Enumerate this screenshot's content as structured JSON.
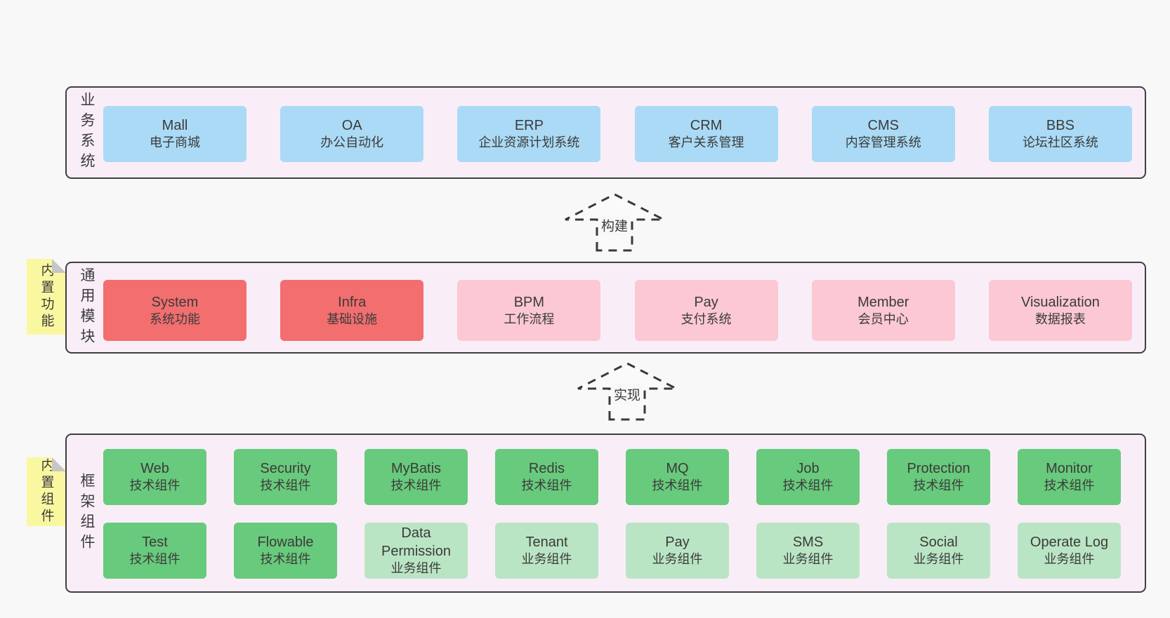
{
  "colors": {
    "page_bg": "#f8f8f8",
    "container_bg": "#f9eef8",
    "container_border": "#3f3f3f",
    "blue": "#aadaf5",
    "red": "#f36e6e",
    "pink": "#fbc8d3",
    "green": "#68ca7c",
    "green_light": "#bae5c4",
    "sticky_yellow": "#faf7a1",
    "sticky_fold": "#c6c6c6",
    "text": "#3b3b3b"
  },
  "layers": [
    {
      "id": "business",
      "label": "业务系统",
      "sticky": null,
      "rows": [
        [
          {
            "name": "Mall",
            "desc": "电子商城",
            "color": "blue"
          },
          {
            "name": "OA",
            "desc": "办公自动化",
            "color": "blue"
          },
          {
            "name": "ERP",
            "desc": "企业资源计划系统",
            "color": "blue"
          },
          {
            "name": "CRM",
            "desc": "客户关系管理",
            "color": "blue"
          },
          {
            "name": "CMS",
            "desc": "内容管理系统",
            "color": "blue"
          },
          {
            "name": "BBS",
            "desc": "论坛社区系统",
            "color": "blue"
          }
        ]
      ]
    },
    {
      "id": "modules",
      "label": "通用模块",
      "sticky": "内置功能",
      "rows": [
        [
          {
            "name": "System",
            "desc": "系统功能",
            "color": "red"
          },
          {
            "name": "Infra",
            "desc": "基础设施",
            "color": "red"
          },
          {
            "name": "BPM",
            "desc": "工作流程",
            "color": "pink"
          },
          {
            "name": "Pay",
            "desc": "支付系统",
            "color": "pink"
          },
          {
            "name": "Member",
            "desc": "会员中心",
            "color": "pink"
          },
          {
            "name": "Visualization",
            "desc": "数据报表",
            "color": "pink"
          }
        ]
      ]
    },
    {
      "id": "framework",
      "label": "框架组件",
      "sticky": "内置组件",
      "rows": [
        [
          {
            "name": "Web",
            "desc": "技术组件",
            "color": "green"
          },
          {
            "name": "Security",
            "desc": "技术组件",
            "color": "green"
          },
          {
            "name": "MyBatis",
            "desc": "技术组件",
            "color": "green"
          },
          {
            "name": "Redis",
            "desc": "技术组件",
            "color": "green"
          },
          {
            "name": "MQ",
            "desc": "技术组件",
            "color": "green"
          },
          {
            "name": "Job",
            "desc": "技术组件",
            "color": "green"
          },
          {
            "name": "Protection",
            "desc": "技术组件",
            "color": "green"
          },
          {
            "name": "Monitor",
            "desc": "技术组件",
            "color": "green"
          }
        ],
        [
          {
            "name": "Test",
            "desc": "技术组件",
            "color": "green"
          },
          {
            "name": "Flowable",
            "desc": "技术组件",
            "color": "green"
          },
          {
            "name": "Data Permission",
            "desc": "业务组件",
            "color": "green_light"
          },
          {
            "name": "Tenant",
            "desc": "业务组件",
            "color": "green_light"
          },
          {
            "name": "Pay",
            "desc": "业务组件",
            "color": "green_light"
          },
          {
            "name": "SMS",
            "desc": "业务组件",
            "color": "green_light"
          },
          {
            "name": "Social",
            "desc": "业务组件",
            "color": "green_light"
          },
          {
            "name": "Operate Log",
            "desc": "业务组件",
            "color": "green_light"
          }
        ]
      ]
    }
  ],
  "arrows": [
    {
      "label": "构建"
    },
    {
      "label": "实现"
    }
  ]
}
